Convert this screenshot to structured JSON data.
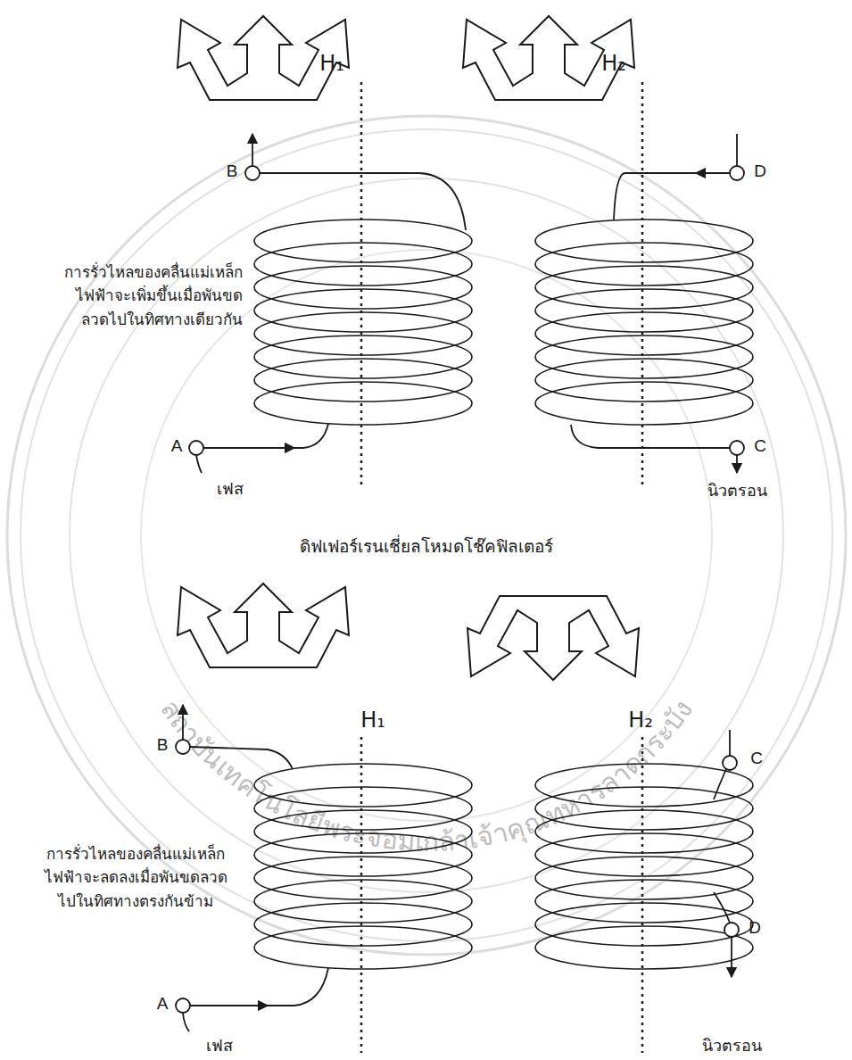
{
  "diagram": {
    "caption": "ดิฟเฟอร์เรนเชี่ยลโหมดโช๊คฟิลเตอร์",
    "labels": [
      "H₁",
      "H₂",
      "B",
      "D",
      "การรั่วไหลของคลื่นแม่เหล็ก ไฟฟ้าจะเพิ่มขึ้นเมื่อพันขด ลวดไปในทิศทางเดียวกัน",
      "A",
      "C",
      "เฟส",
      "นิวตรอน",
      "H₁",
      "H₂",
      "B",
      "C",
      "การรั่วไหลของคลื่นแม่เหล็ก ไฟฟ้าจะลดลงเมื่อพันขดลวด ไปในทิศทางตรงกันข้าม",
      "A",
      "D",
      "เฟส",
      "นิวตรอน",
      "สถาบันเทคโนโลยีพระจอมเกล้าเจ้าคุณทหารลาดกระบัง"
    ]
  }
}
